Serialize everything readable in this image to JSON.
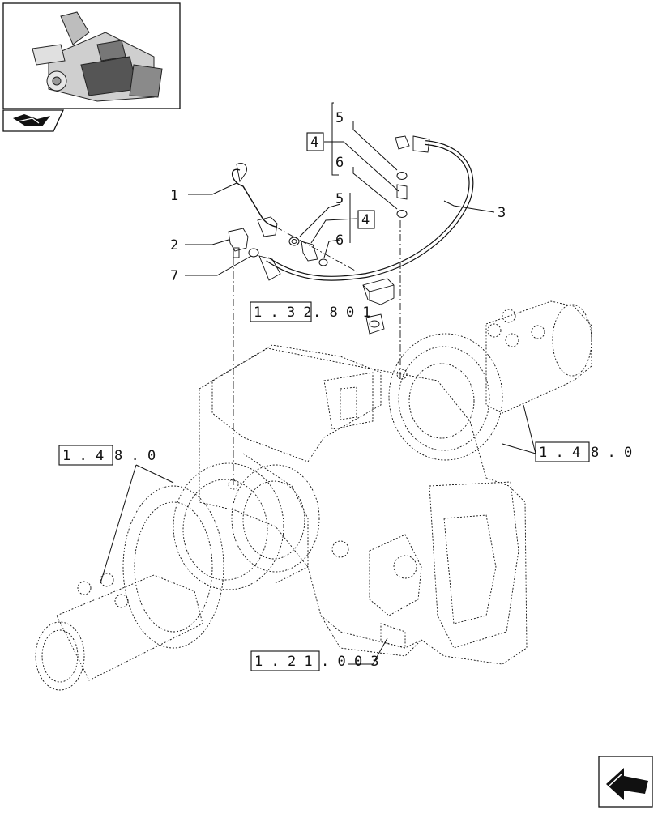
{
  "callouts": {
    "c1": "1",
    "c2": "2",
    "c3": "3",
    "c4a": "4",
    "c4b": "4",
    "c5a": "5",
    "c5b": "5",
    "c6a": "6",
    "c6b": "6",
    "c7": "7"
  },
  "references": {
    "ref_1_32": {
      "boxed": "1 . 3 2",
      "rest": ". 8   0 1"
    },
    "ref_1_48_left": {
      "boxed": "1 . 4",
      "rest": "8 . 0"
    },
    "ref_1_48_right": {
      "boxed": "1 . 4",
      "rest": "8 . 0"
    },
    "ref_1_21": {
      "boxed": "1 . 2 1",
      "rest": ". 0     0 3"
    }
  },
  "icons": {
    "thumbnail": "tractor-transmission-thumbnail",
    "nav_top": "book-page-icon",
    "nav_bottom": "next-page-arrow-icon"
  }
}
